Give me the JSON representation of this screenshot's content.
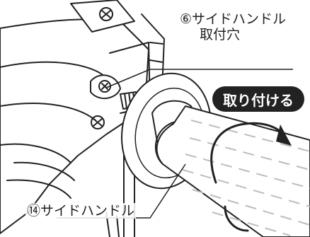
{
  "labels": {
    "hole_line1": "⑥サイドハンドル",
    "hole_line2": "取付穴",
    "handle": "⑭サイドハンドル"
  },
  "action": {
    "text": "取り付ける"
  },
  "colors": {
    "ink": "#222222",
    "pill_bg": "#222222",
    "hatch_gray": "#bdbdbd",
    "background": "#ffffff"
  }
}
